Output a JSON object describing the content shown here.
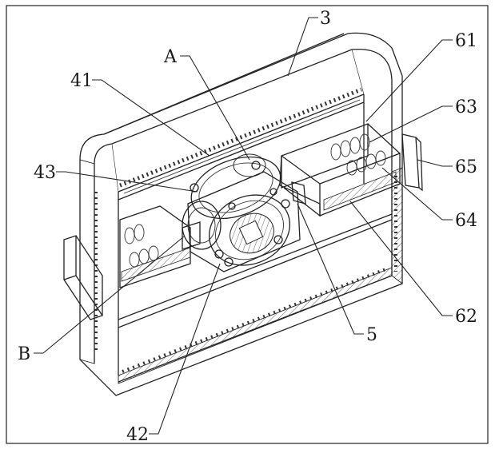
{
  "figure": {
    "labels": [
      {
        "id": "3",
        "text": "3"
      },
      {
        "id": "A",
        "text": "A"
      },
      {
        "id": "41",
        "text": "41"
      },
      {
        "id": "61",
        "text": "61"
      },
      {
        "id": "63",
        "text": "63"
      },
      {
        "id": "43",
        "text": "43"
      },
      {
        "id": "65",
        "text": "65"
      },
      {
        "id": "64",
        "text": "64"
      },
      {
        "id": "62",
        "text": "62"
      },
      {
        "id": "B",
        "text": "B"
      },
      {
        "id": "5",
        "text": "5"
      },
      {
        "id": "42",
        "text": "42"
      }
    ]
  }
}
